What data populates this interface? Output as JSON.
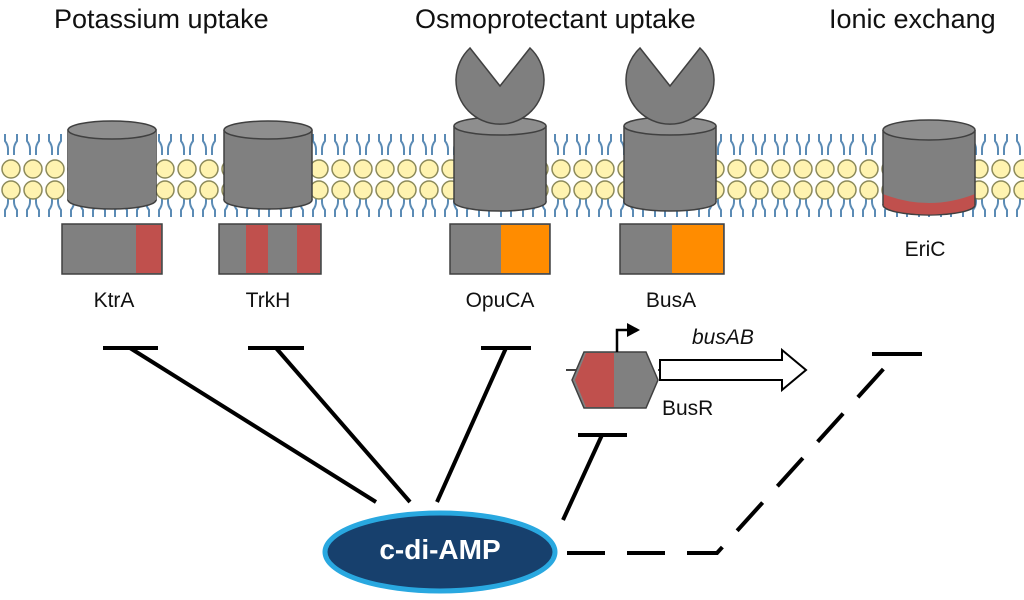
{
  "categories": {
    "potassium": "Potassium uptake",
    "osmoprotectant": "Osmoprotectant uptake",
    "ionic": "Ionic exchang"
  },
  "proteins": {
    "ktrA": "KtrA",
    "trkH": "TrkH",
    "opuCA": "OpuCA",
    "busA": "BusA",
    "eriC": "EriC"
  },
  "operon": {
    "regulator": "BusR",
    "gene": "busAB"
  },
  "messenger": "c-di-AMP",
  "colors": {
    "transporter": "#808080",
    "outline": "#404040",
    "red_domain": "#c0504d",
    "orange_domain": "#ff8c00",
    "lipid_head": "#fff3b0",
    "lipid_tail": "#5b8bb5",
    "messenger_fill": "#17406d",
    "messenger_ring": "#29a8e0"
  }
}
